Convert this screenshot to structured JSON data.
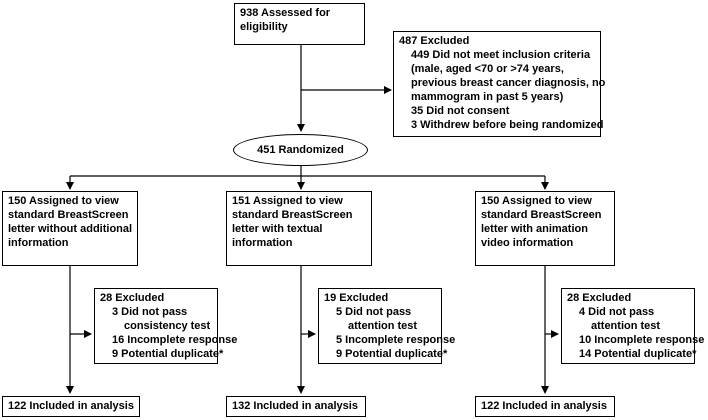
{
  "assessed": [
    "938 Assessed for",
    "eligibility"
  ],
  "excluded_top": {
    "lines": [
      "487 Excluded",
      "449 Did not meet inclusion criteria",
      "(male, aged <70 or >74 years,",
      "previous breast cancer diagnosis, no",
      "mammogram in past 5 years)",
      "35 Did not consent",
      "3 Withdrew before being randomized"
    ]
  },
  "randomized": "451 Randomized",
  "arms": [
    {
      "assigned": [
        "150 Assigned to view",
        "standard BreastScreen",
        "letter without additional",
        "information"
      ],
      "excluded": [
        "28 Excluded",
        "3 Did not pass",
        "consistency test",
        "16 Incomplete response",
        "9 Potential duplicate*"
      ],
      "analysis": "122 Included in analysis"
    },
    {
      "assigned": [
        "151 Assigned to view",
        "standard BreastScreen",
        "letter with textual",
        "information"
      ],
      "excluded": [
        "19 Excluded",
        "5 Did not pass",
        "attention test",
        "5 Incomplete response",
        "9 Potential duplicate*"
      ],
      "analysis": "132 Included in analysis"
    },
    {
      "assigned": [
        "150 Assigned to view",
        "standard BreastScreen",
        "letter with animation",
        "video information"
      ],
      "excluded": [
        "28 Excluded",
        "4 Did not pass",
        "attention test",
        "10 Incomplete response",
        "14 Potential duplicate*"
      ],
      "analysis": "122 Included in analysis"
    }
  ]
}
